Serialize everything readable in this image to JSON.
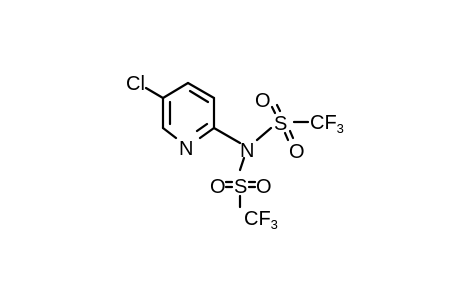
{
  "molecule": {
    "atoms": {
      "cl": "Cl",
      "n_ring": "N",
      "n_amide": "N",
      "s_top": "S",
      "s_bottom": "S",
      "o_top_left": "O",
      "o_top_bottom": "O",
      "o_bottom_left": "O",
      "o_bottom_right": "O",
      "cf3_top": {
        "main": "CF",
        "sub": "3"
      },
      "cf3_bottom": {
        "main": "CF",
        "sub": "3"
      }
    },
    "colors": {
      "ink": "#000000",
      "background": "#ffffff"
    }
  }
}
